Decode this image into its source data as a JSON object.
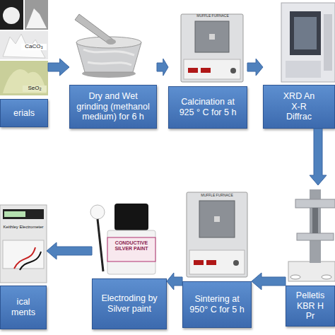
{
  "diagram": {
    "nodes": [
      {
        "text": [
          "erials"
        ]
      },
      {
        "text": [
          "Dry and Wet grinding (methanol medium) for 6 h"
        ]
      },
      {
        "text": [
          "Calcination at 925 ° C for 5 h"
        ]
      },
      {
        "text": [
          "XRD An X-R Diffrac"
        ]
      },
      {
        "text": [
          "Pelletis KBR H Pr"
        ]
      },
      {
        "text": [
          "Sintering at 950° C for 5 h"
        ]
      },
      {
        "text": [
          "Electroding by Silver paint"
        ]
      },
      {
        "text": [
          "ical ments"
        ]
      }
    ],
    "edges": [
      {
        "from": 0,
        "to": 1,
        "arrow": "to"
      },
      {
        "from": 1,
        "to": 2,
        "arrow": "to"
      },
      {
        "from": 2,
        "to": 3,
        "arrow": "to"
      },
      {
        "from": 3,
        "to": 4,
        "arrow": "to"
      },
      {
        "from": 4,
        "to": 5,
        "arrow": "to"
      },
      {
        "from": 5,
        "to": 6,
        "arrow": "to"
      },
      {
        "from": 6,
        "to": 7,
        "arrow": "to"
      }
    ],
    "labels": [
      "CaCO₃",
      "SeO₂",
      "MUFFLE FURNACE",
      "MUFFLE FURNACE",
      "CONDUCTIVE SILVER PAINT",
      "Keithley Electrometer"
    ]
  }
}
